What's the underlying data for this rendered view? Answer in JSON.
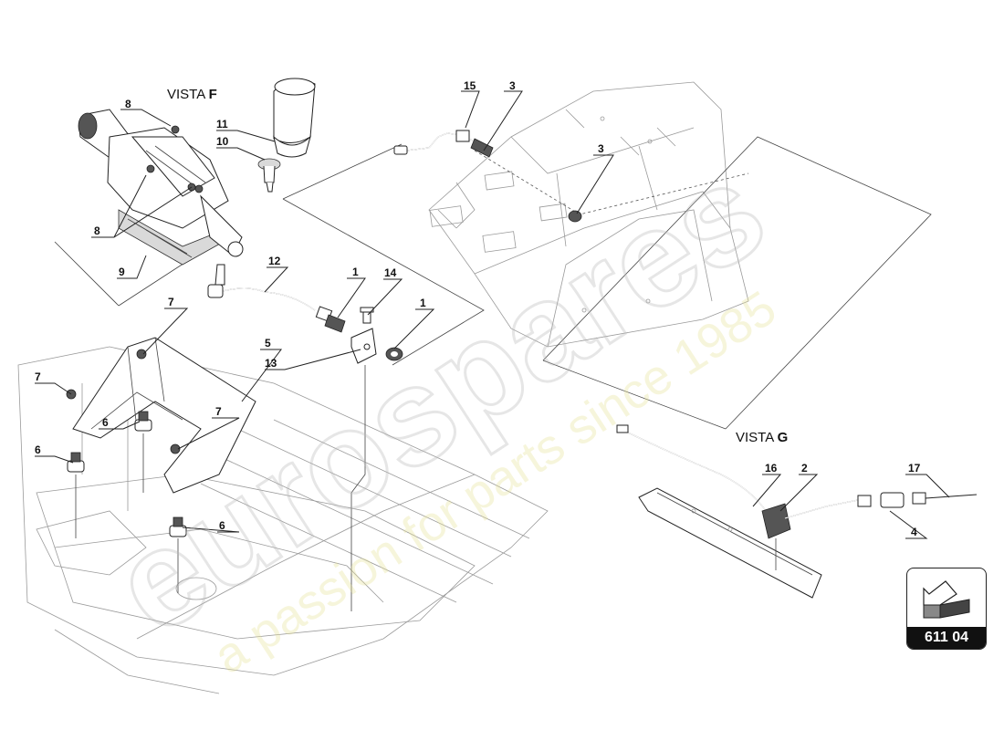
{
  "views": [
    {
      "prefix": "VISTA ",
      "letter": "F"
    },
    {
      "prefix": "VISTA ",
      "letter": "G"
    }
  ],
  "callouts": [
    "15",
    "3",
    "3",
    "8",
    "11",
    "10",
    "8",
    "9",
    "12",
    "1",
    "14",
    "1",
    "7",
    "5",
    "13",
    "7",
    "6",
    "6",
    "7",
    "6",
    "16",
    "2",
    "17",
    "4"
  ],
  "badge": {
    "code": "611 04"
  },
  "watermark": {
    "brand": "eurospares",
    "tagline": "a passion for parts since 1985"
  }
}
